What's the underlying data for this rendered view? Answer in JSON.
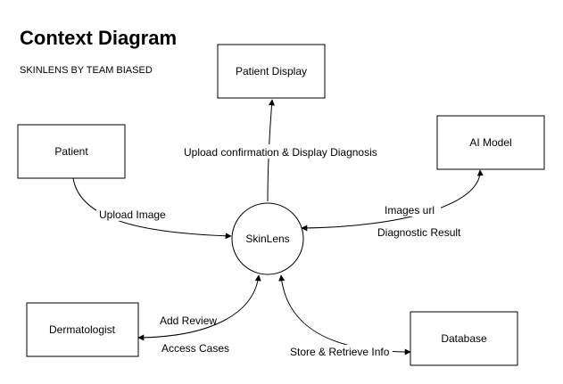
{
  "diagram": {
    "title": "Context Diagram",
    "subtitle": "SKINLENS BY TEAM BIASED",
    "nodes": {
      "center": "SkinLens",
      "patient_display": "Patient Display",
      "patient": "Patient",
      "ai_model": "AI Model",
      "dermatologist": "Dermatologist",
      "database": "Database"
    },
    "edges": {
      "upload_image": "Upload Image",
      "upload_confirmation": "Upload confirmation & Display Diagnosis",
      "images_url": "Images url",
      "diagnostic_result": "Diagnostic Result",
      "add_review": "Add Review",
      "access_cases": "Access Cases",
      "store_retrieve": "Store & Retrieve Info"
    }
  }
}
